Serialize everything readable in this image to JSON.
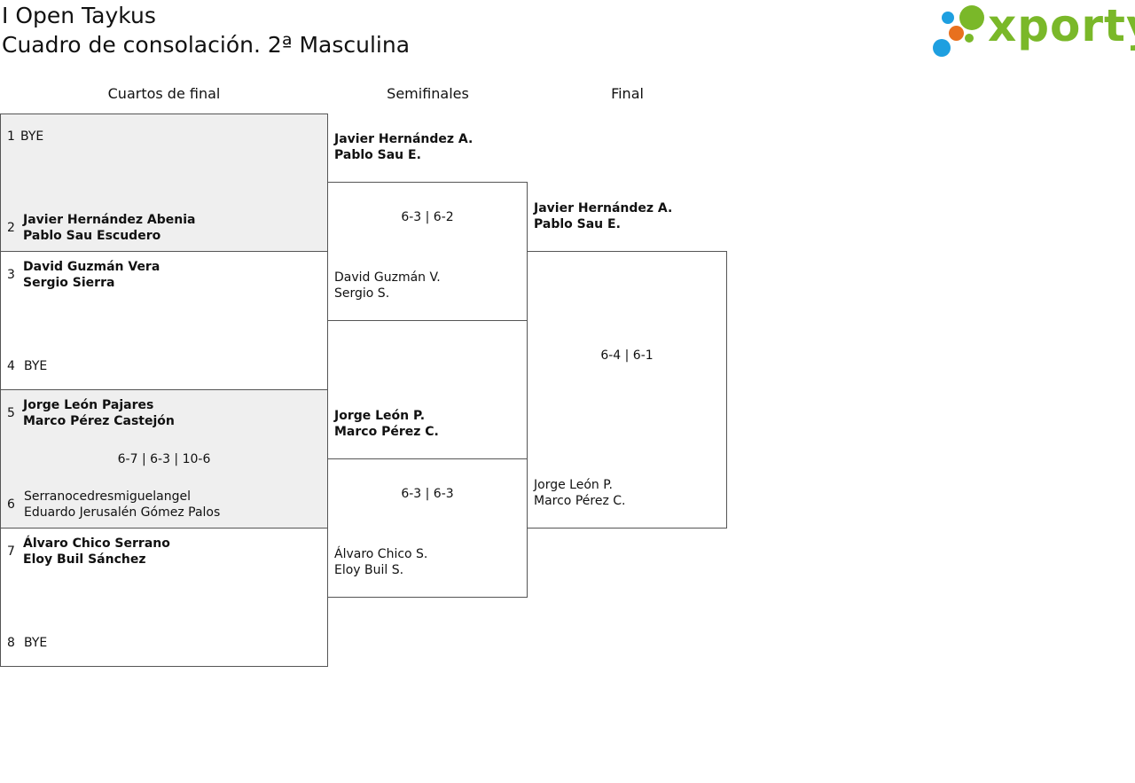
{
  "header": {
    "title_line1": "I Open Taykus",
    "title_line2": "Cuadro de consolación. 2ª Masculina",
    "logo_text": "xporty"
  },
  "rounds": [
    "Cuartos de final",
    "Semifinales",
    "Final"
  ],
  "quarterfinals": [
    {
      "seed_a": "1",
      "team_a": [
        "BYE"
      ],
      "seed_b": "2",
      "team_b": [
        "Javier Hernández Abenia",
        "Pablo Sau Escudero"
      ],
      "score": ""
    },
    {
      "seed_a": "3",
      "team_a": [
        "David Guzmán Vera",
        "Sergio Sierra"
      ],
      "seed_b": "4",
      "team_b": [
        "BYE"
      ],
      "score": ""
    },
    {
      "seed_a": "5",
      "team_a": [
        "Jorge León Pajares",
        "Marco Pérez Castejón"
      ],
      "seed_b": "6",
      "team_b": [
        "Serranocedresmiguelangel",
        "Eduardo Jerusalén Gómez Palos"
      ],
      "score": "6-7 | 6-3 | 10-6"
    },
    {
      "seed_a": "7",
      "team_a": [
        "Álvaro Chico Serrano",
        "Eloy Buil Sánchez"
      ],
      "seed_b": "8",
      "team_b": [
        "BYE"
      ],
      "score": ""
    }
  ],
  "semifinals": [
    {
      "team_a": [
        "Javier Hernández A.",
        "Pablo Sau E."
      ],
      "team_b": [
        "David Guzmán V.",
        "Sergio S."
      ],
      "score": "6-3 | 6-2"
    },
    {
      "team_a": [
        "Jorge León P.",
        "Marco Pérez C."
      ],
      "team_b": [
        "Álvaro Chico S.",
        "Eloy Buil S."
      ],
      "score": "6-3 | 6-3"
    }
  ],
  "final": {
    "team_a": [
      "Javier Hernández A.",
      "Pablo Sau E."
    ],
    "team_b": [
      "Jorge León P.",
      "Marco Pérez C."
    ],
    "score": "6-4 | 6-1"
  },
  "colors": {
    "logo_green": "#7ab829",
    "logo_blue": "#1e9fe0",
    "logo_orange": "#e8701e",
    "shade": "#efefef"
  }
}
